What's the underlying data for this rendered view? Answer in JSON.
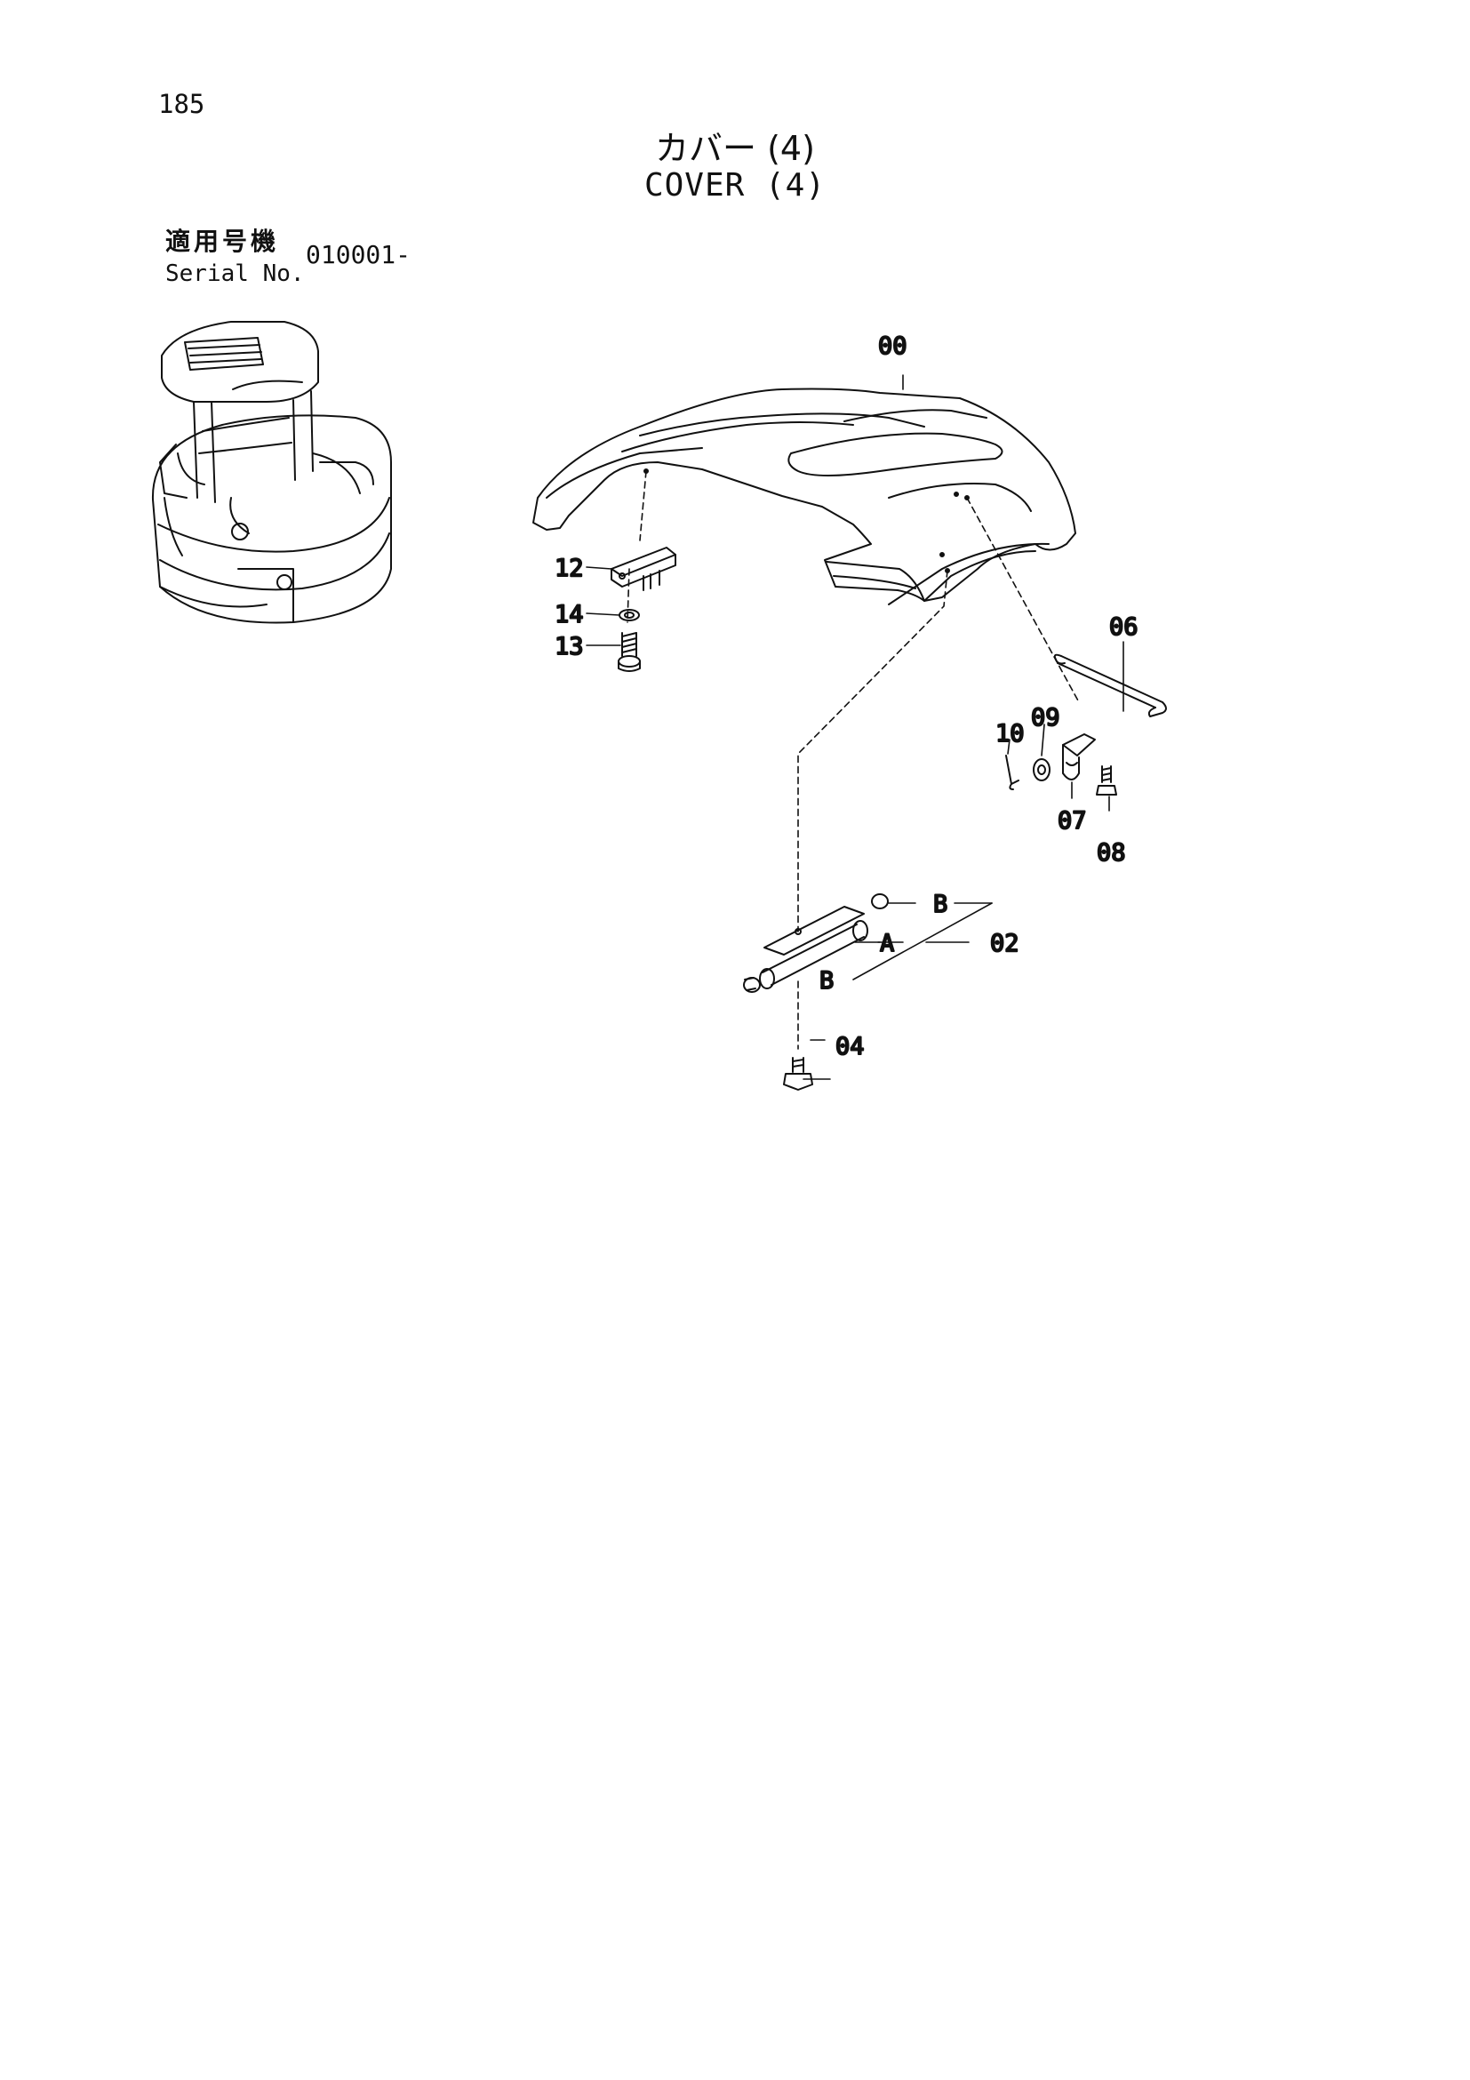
{
  "page": {
    "page_number": "185",
    "title_jp": "カバー (4)",
    "title_en": "COVER (4)"
  },
  "serial": {
    "label_jp": "適用号機",
    "label_en": "Serial No.",
    "value": "010001-"
  },
  "callouts": {
    "c00": "00",
    "c02": "02",
    "c04": "04",
    "c06": "06",
    "c07": "07",
    "c08": "08",
    "c09": "09",
    "c10": "10",
    "c12": "12",
    "c13": "13",
    "c14": "14",
    "cA": "A",
    "cB1": "B",
    "cB2": "B"
  }
}
